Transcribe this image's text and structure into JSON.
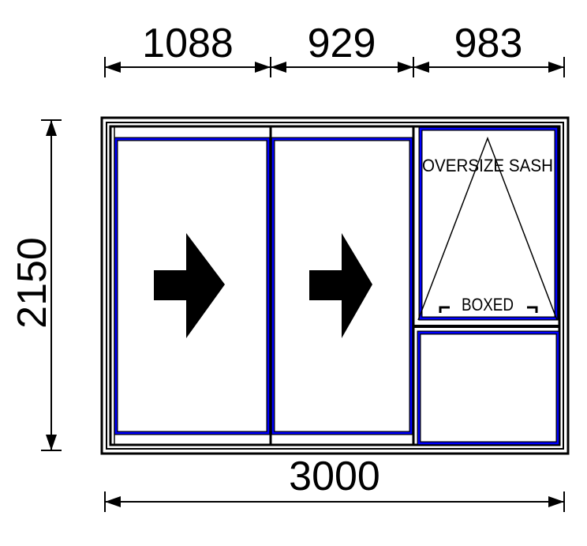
{
  "dimensions": {
    "top": [
      "1088",
      "929",
      "983"
    ],
    "height": "2150",
    "total_width": "3000"
  },
  "labels": {
    "sash_note": "OVERSIZE SASH",
    "boxed_note": "BOXED"
  },
  "colors": {
    "frame": "#000000",
    "sash": "#0000ff"
  }
}
